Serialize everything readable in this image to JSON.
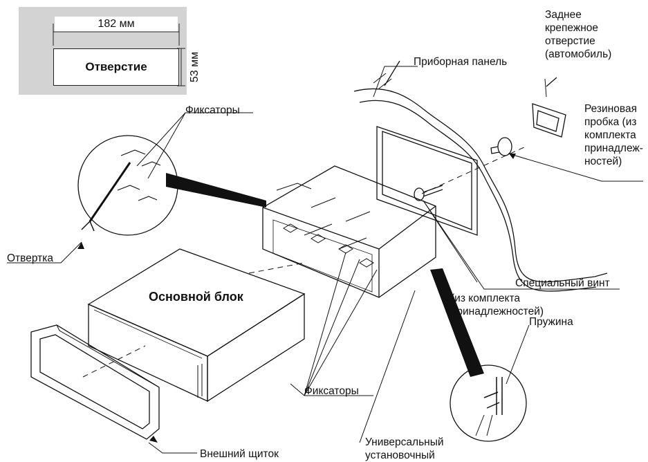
{
  "inset": {
    "width_label": "182 мм",
    "height_label": "53 мм",
    "opening_label": "Отверстие"
  },
  "labels": {
    "dashboard": "Приборная панель",
    "rear_hole": "Заднее крепежное отверстие (автомобиль)",
    "rubber_plug": "Резиновая пробка (из комплекта принадлеж-ностей)",
    "latches_top": "Фиксаторы",
    "screwdriver": "Отвертка",
    "main_unit": "Основной блок",
    "special_screw": "Специальный винт",
    "from_kit": "(из комплекта принадлежностей)",
    "spring": "Пружина",
    "latches_bottom": "Фиксаторы",
    "outer_frame": "Внешний щиток",
    "universal_mount": "Универсальный установочный"
  }
}
